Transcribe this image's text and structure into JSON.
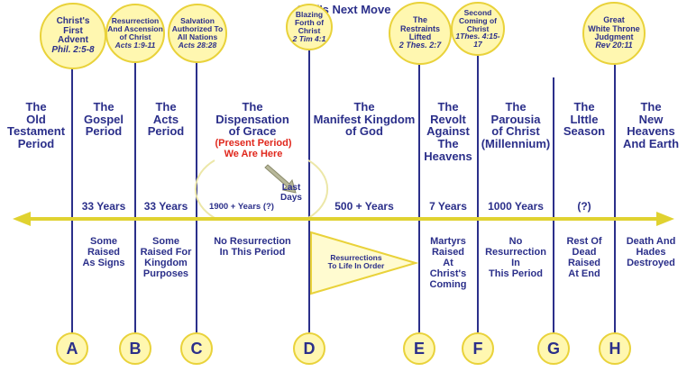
{
  "title": "God's Next Move",
  "events": [
    {
      "id": "christs-first-advent",
      "lines": [
        "Christ's",
        "First",
        "Advent"
      ],
      "ref": "Phil. 2:5-8"
    },
    {
      "id": "resurrection-ascension",
      "lines": [
        "Resurrection",
        "And Ascension",
        "of Christ"
      ],
      "ref": "Acts 1:9-11"
    },
    {
      "id": "salvation-all-nations",
      "lines": [
        "Salvation",
        "Authorized To",
        "All Nations"
      ],
      "ref": "Acts 28:28"
    },
    {
      "id": "blazing-forth",
      "lines": [
        "Blazing",
        "Forth of",
        "Christ"
      ],
      "ref": "2 Tim 4:1"
    },
    {
      "id": "restraints-lifted",
      "lines": [
        "The",
        "Restraints",
        "Lifted"
      ],
      "ref": "2 Thes. 2:7"
    },
    {
      "id": "second-coming",
      "lines": [
        "Second",
        "Coming of",
        "Christ"
      ],
      "ref": "1Thes. 4:15-17"
    },
    {
      "id": "great-white-throne",
      "lines": [
        "Great",
        "White Throne",
        "Judgment"
      ],
      "ref": "Rev 20:11"
    }
  ],
  "periods": [
    {
      "id": "old-testament",
      "lines": [
        "The",
        "Old",
        "Testament",
        "Period"
      ]
    },
    {
      "id": "gospel",
      "lines": [
        "The",
        "Gospel",
        "Period"
      ]
    },
    {
      "id": "acts",
      "lines": [
        "The",
        "Acts",
        "Period"
      ]
    },
    {
      "id": "grace",
      "lines": [
        "The",
        "Dispensation",
        "of Grace"
      ]
    },
    {
      "id": "manifest-kingdom",
      "lines": [
        "The",
        "Manifest Kingdom",
        "of God"
      ]
    },
    {
      "id": "revolt",
      "lines": [
        "The",
        "Revolt",
        "Against",
        "The",
        "Heavens"
      ]
    },
    {
      "id": "parousia",
      "lines": [
        "The",
        "Parousia",
        "of Christ",
        "(Millennium)"
      ]
    },
    {
      "id": "little-season",
      "lines": [
        "The",
        "LIttle",
        "Season"
      ]
    },
    {
      "id": "new-heavens",
      "lines": [
        "The",
        "New",
        "Heavens",
        "And Earth"
      ]
    }
  ],
  "present_period": {
    "line1": "(Present Period)",
    "line2": "We Are Here"
  },
  "last_days": [
    "Last",
    "Days"
  ],
  "durations": [
    {
      "id": "gospel",
      "text": "33 Years"
    },
    {
      "id": "acts",
      "text": "33 Years"
    },
    {
      "id": "grace",
      "text": "1900 + Years (?)"
    },
    {
      "id": "manifest-kingdom",
      "text": "500 + Years"
    },
    {
      "id": "revolt",
      "text": "7 Years"
    },
    {
      "id": "parousia",
      "text": "1000 Years"
    },
    {
      "id": "little-season",
      "text": "(?)"
    }
  ],
  "resurrections": [
    {
      "id": "gospel",
      "lines": [
        "Some",
        "Raised",
        "As Signs"
      ]
    },
    {
      "id": "acts",
      "lines": [
        "Some",
        "Raised For",
        "Kingdom",
        "Purposes"
      ]
    },
    {
      "id": "grace",
      "lines": [
        "No Resurrection",
        "In This Period"
      ]
    },
    {
      "id": "manifest-kingdom",
      "lines": [
        "Resurrections",
        "To Life In Order"
      ]
    },
    {
      "id": "revolt",
      "lines": [
        "Martyrs",
        "Raised",
        "At",
        "Christ's",
        "Coming"
      ]
    },
    {
      "id": "parousia",
      "lines": [
        "No",
        "Resurrection",
        "In",
        "This Period"
      ]
    },
    {
      "id": "little-season",
      "lines": [
        "Rest Of",
        "Dead",
        "Raised",
        "At End"
      ]
    },
    {
      "id": "new-heavens",
      "lines": [
        "Death And",
        "Hades",
        "Destroyed"
      ]
    }
  ],
  "markers": [
    "A",
    "B",
    "C",
    "D",
    "E",
    "F",
    "G",
    "H"
  ],
  "colors": {
    "text": "#2b2f8a",
    "arrow": "#e0d230",
    "circle_fill": "#fff7b0",
    "circle_border": "#e9d23a",
    "highlight": "#e0271c",
    "pointer": "#8a8a6a"
  }
}
